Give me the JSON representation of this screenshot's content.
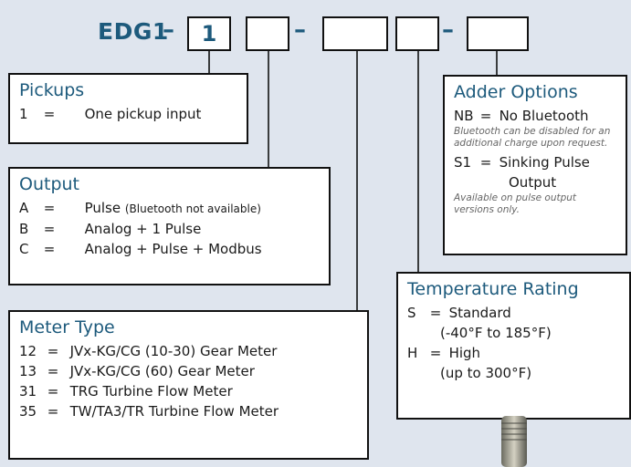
{
  "code": {
    "prefix": "EDG1",
    "dash": "–",
    "slot1_value": "1"
  },
  "pickups": {
    "title": "Pickups",
    "items": [
      {
        "code": "1",
        "eq": "=",
        "desc": "One pickup input"
      }
    ]
  },
  "output": {
    "title": "Output",
    "items": [
      {
        "code": "A",
        "eq": "=",
        "desc": "Pulse",
        "note": "(Bluetooth not available)"
      },
      {
        "code": "B",
        "eq": "=",
        "desc": "Analog + 1 Pulse"
      },
      {
        "code": "C",
        "eq": "=",
        "desc": "Analog + Pulse + Modbus"
      }
    ]
  },
  "meter_type": {
    "title": "Meter Type",
    "items": [
      {
        "code": "12",
        "eq": "=",
        "desc": "JVx-KG/CG (10-30) Gear Meter"
      },
      {
        "code": "13",
        "eq": "=",
        "desc": "JVx-KG/CG (60) Gear Meter"
      },
      {
        "code": "31",
        "eq": "=",
        "desc": "TRG Turbine Flow Meter"
      },
      {
        "code": "35",
        "eq": "=",
        "desc": "TW/TA3/TR Turbine Flow Meter"
      }
    ]
  },
  "adder_options": {
    "title": "Adder Options",
    "nb_code": "NB",
    "nb_eq": "=",
    "nb_desc": "No Bluetooth",
    "nb_note": "Bluetooth can be disabled for an additional charge upon request.",
    "s1_code": "S1",
    "s1_eq": "=",
    "s1_desc_line1": "Sinking Pulse",
    "s1_desc_line2": "Output",
    "s1_note": "Available on pulse output versions only."
  },
  "temperature": {
    "title": "Temperature Rating",
    "s_code": "S",
    "s_eq": "=",
    "s_desc": "Standard",
    "s_range": "(-40°F to 185°F)",
    "h_code": "H",
    "h_eq": "=",
    "h_desc": "High",
    "h_range": "(up to 300°F)"
  },
  "colors": {
    "accent": "#1d5a7c",
    "background": "#dfe5ee",
    "border": "#111111"
  }
}
